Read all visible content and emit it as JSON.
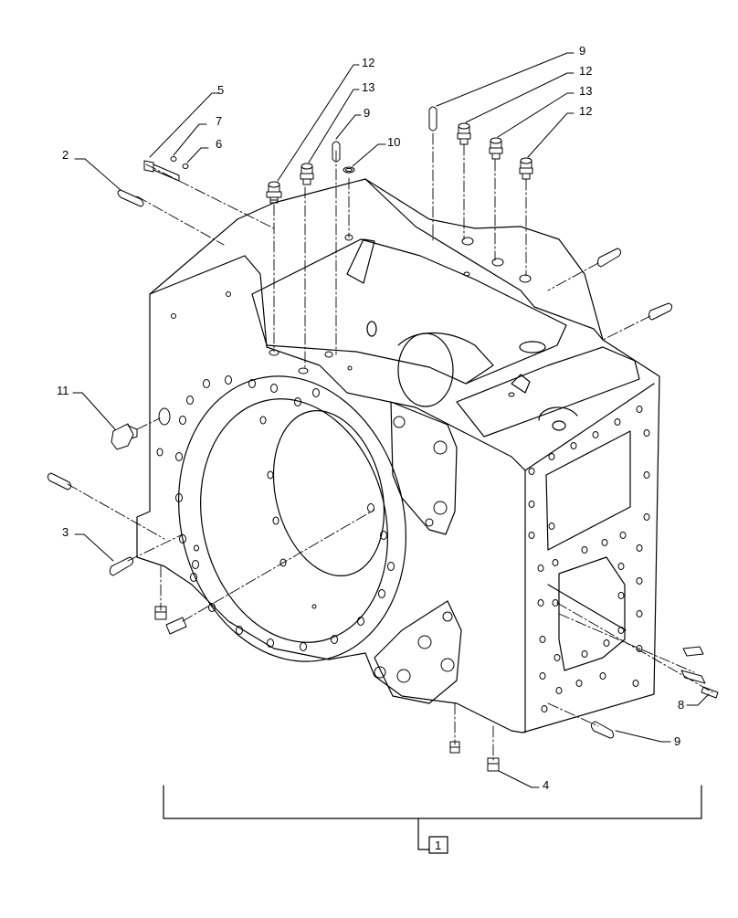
{
  "callouts": [
    "1",
    "2",
    "3",
    "4",
    "5",
    "6",
    "7",
    "8",
    "9",
    "10",
    "11",
    "12",
    "13"
  ],
  "assembly_ref": "1"
}
